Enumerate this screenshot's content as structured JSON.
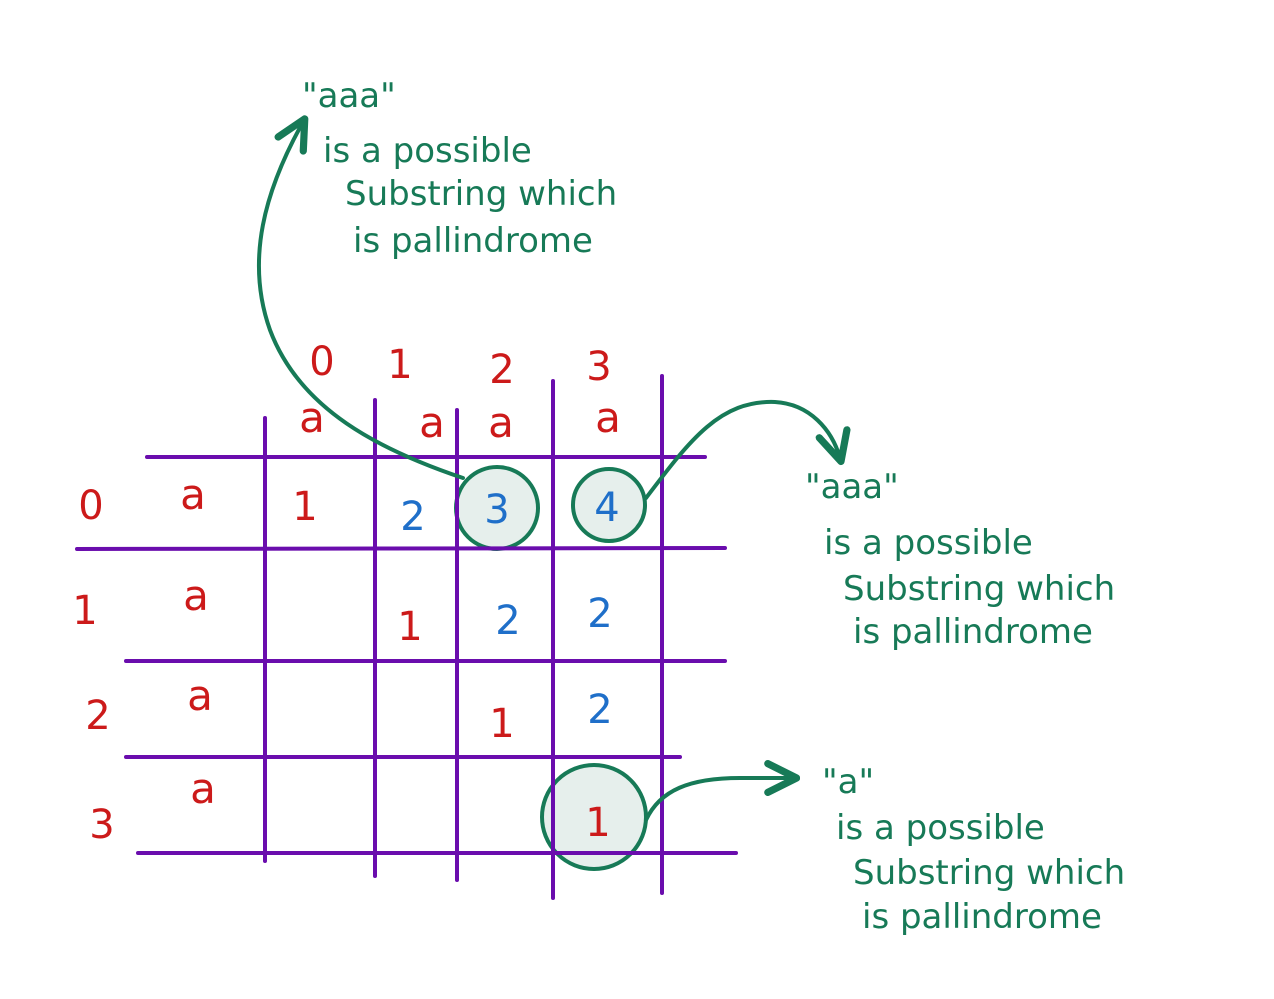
{
  "string_chars": [
    "a",
    "a",
    "a",
    "a"
  ],
  "column_indices": [
    "0",
    "1",
    "2",
    "3"
  ],
  "row_indices": [
    "0",
    "1",
    "2",
    "3"
  ],
  "table": {
    "rows": [
      [
        "1",
        "2",
        "3",
        "4"
      ],
      [
        "",
        "1",
        "2",
        "2"
      ],
      [
        "",
        "",
        "1",
        "2"
      ],
      [
        "",
        "",
        "",
        "1"
      ]
    ]
  },
  "annotations": {
    "top": {
      "quote": "\"aaa\"",
      "line1": "is a possible",
      "line2": "Substring which",
      "line3": "is pallindrome"
    },
    "right": {
      "quote": "\"aaa\"",
      "line1": "is a possible",
      "line2": "Substring which",
      "line3": "is pallindrome"
    },
    "bottom": {
      "quote": "\"a\"",
      "line1": "is a possible",
      "line2": "Substring which",
      "line3": "is pallindrome"
    }
  },
  "colors": {
    "grid": "#6a0dad",
    "index_and_chars": "#cc1a1a",
    "diagonal_values": "#cc1a1a",
    "other_values": "#1f6fc9",
    "annotation": "#177a57",
    "highlight_fill": "#e6efec"
  }
}
